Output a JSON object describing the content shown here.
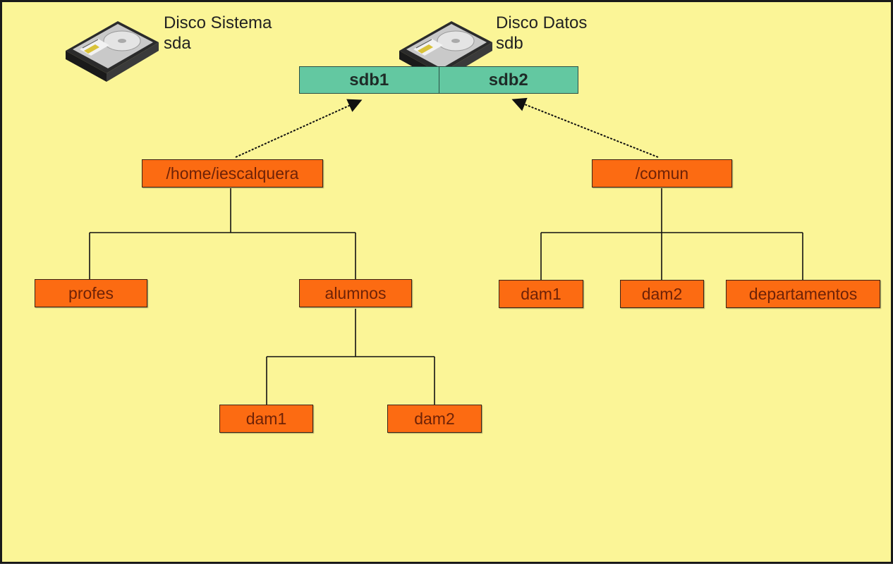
{
  "disks": {
    "system": {
      "name": "Disco Sistema",
      "device": "sda"
    },
    "data": {
      "name": "Disco Datos",
      "device": "sdb"
    }
  },
  "partitions": [
    "sdb1",
    "sdb2"
  ],
  "tree": {
    "home": "/home/iescalquera",
    "profes": "profes",
    "alumnos": "alumnos",
    "alumnos_dam1": "dam1",
    "alumnos_dam2": "dam2",
    "comun": "/comun",
    "comun_dam1": "dam1",
    "comun_dam2": "dam2",
    "departamentos": "departamentos"
  },
  "mounts": [
    {
      "directory": "/home/iescalquera",
      "partition": "sdb1"
    },
    {
      "directory": "/comun",
      "partition": "sdb2"
    }
  ],
  "colors": {
    "background": "#fbf597",
    "partition": "#63c8a1",
    "directory": "#fc6b12",
    "directory_text": "#6e2207"
  },
  "icons": [
    "hard-disk-icon"
  ]
}
